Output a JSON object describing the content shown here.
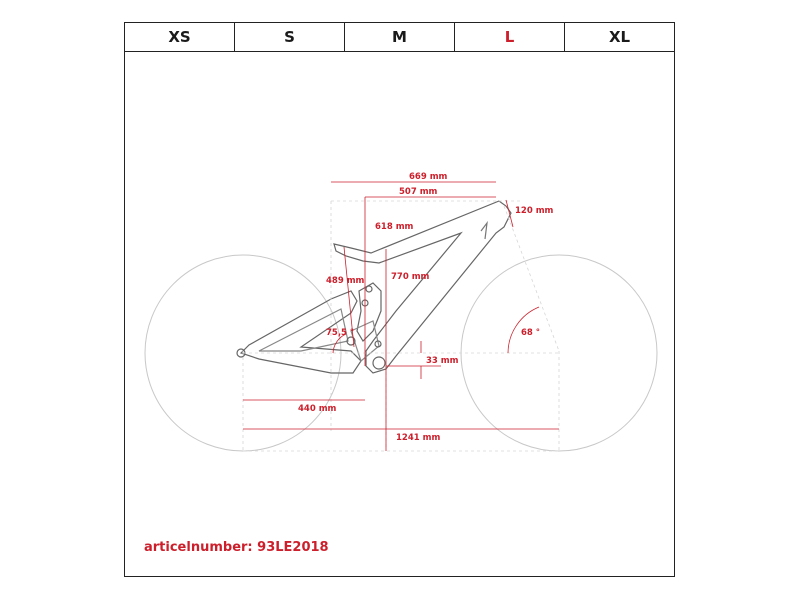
{
  "sizes": {
    "tabs": [
      "XS",
      "S",
      "M",
      "L",
      "XL"
    ],
    "selected": "L"
  },
  "geometry": {
    "reach": "669 mm",
    "top_tube": "507 mm",
    "head_tube": "120 mm",
    "stack": "618 mm",
    "seat_tube": "489 mm",
    "standover": "770 mm",
    "seat_angle": "75,5 °",
    "head_angle": "68 °",
    "bb_drop": "33 mm",
    "chainstay": "440 mm",
    "wheelbase": "1241 mm"
  },
  "article": {
    "label": "articelnumber: 93LE2018"
  },
  "colors": {
    "accent": "#cc1f2b",
    "frame_line": "#555555",
    "wheel_line": "#bbbbbb"
  }
}
